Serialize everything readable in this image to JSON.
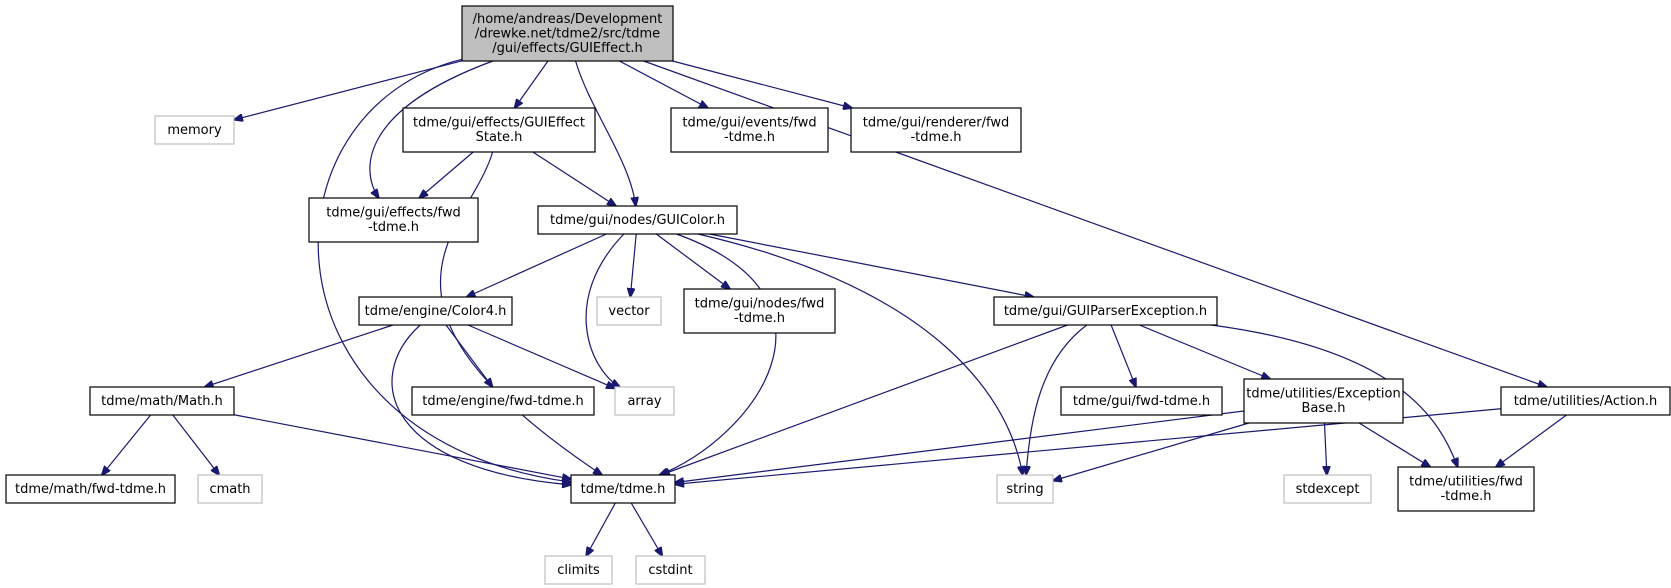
{
  "colors": {
    "edge": "#191970",
    "root_fill": "#bfbfbf",
    "root_stroke": "#000000",
    "header_stroke": "#000000",
    "system_stroke": "#bfbfbf",
    "text": "#000000"
  },
  "nodes": [
    {
      "id": "root",
      "kind": "root",
      "lines": [
        "/home/andreas/Development",
        "/drewke.net/tdme2/src/tdme",
        "/gui/effects/GUIEffect.h"
      ]
    },
    {
      "id": "memory",
      "kind": "system",
      "lines": [
        "memory"
      ]
    },
    {
      "id": "effect_state",
      "kind": "header",
      "lines": [
        "tdme/gui/effects/GUIEffect",
        "State.h"
      ]
    },
    {
      "id": "events_fwd",
      "kind": "header",
      "lines": [
        "tdme/gui/events/fwd",
        "-tdme.h"
      ]
    },
    {
      "id": "renderer_fwd",
      "kind": "header",
      "lines": [
        "tdme/gui/renderer/fwd",
        "-tdme.h"
      ]
    },
    {
      "id": "effects_fwd",
      "kind": "header",
      "lines": [
        "tdme/gui/effects/fwd",
        "-tdme.h"
      ]
    },
    {
      "id": "guicolor",
      "kind": "header",
      "lines": [
        "tdme/gui/nodes/GUIColor.h"
      ]
    },
    {
      "id": "color4",
      "kind": "header",
      "lines": [
        "tdme/engine/Color4.h"
      ]
    },
    {
      "id": "vector",
      "kind": "system",
      "lines": [
        "vector"
      ]
    },
    {
      "id": "nodes_fwd",
      "kind": "header",
      "lines": [
        "tdme/gui/nodes/fwd",
        "-tdme.h"
      ]
    },
    {
      "id": "parser_exc",
      "kind": "header",
      "lines": [
        "tdme/gui/GUIParserException.h"
      ]
    },
    {
      "id": "math",
      "kind": "header",
      "lines": [
        "tdme/math/Math.h"
      ]
    },
    {
      "id": "engine_fwd",
      "kind": "header",
      "lines": [
        "tdme/engine/fwd-tdme.h"
      ]
    },
    {
      "id": "array",
      "kind": "system",
      "lines": [
        "array"
      ]
    },
    {
      "id": "gui_fwd",
      "kind": "header",
      "lines": [
        "tdme/gui/fwd-tdme.h"
      ]
    },
    {
      "id": "exc_base",
      "kind": "header",
      "lines": [
        "tdme/utilities/Exception",
        "Base.h"
      ]
    },
    {
      "id": "action",
      "kind": "header",
      "lines": [
        "tdme/utilities/Action.h"
      ]
    },
    {
      "id": "math_fwd",
      "kind": "header",
      "lines": [
        "tdme/math/fwd-tdme.h"
      ]
    },
    {
      "id": "cmath",
      "kind": "system",
      "lines": [
        "cmath"
      ]
    },
    {
      "id": "tdme",
      "kind": "header",
      "lines": [
        "tdme/tdme.h"
      ]
    },
    {
      "id": "string",
      "kind": "system",
      "lines": [
        "string"
      ]
    },
    {
      "id": "stdexcept",
      "kind": "system",
      "lines": [
        "stdexcept"
      ]
    },
    {
      "id": "util_fwd",
      "kind": "header",
      "lines": [
        "tdme/utilities/fwd",
        "-tdme.h"
      ]
    },
    {
      "id": "climits",
      "kind": "system",
      "lines": [
        "climits"
      ]
    },
    {
      "id": "cstdint",
      "kind": "system",
      "lines": [
        "cstdint"
      ]
    }
  ],
  "edges": [
    {
      "from": "root",
      "to": "memory"
    },
    {
      "from": "root",
      "to": "effect_state"
    },
    {
      "from": "root",
      "to": "effects_fwd"
    },
    {
      "from": "root",
      "to": "guicolor"
    },
    {
      "from": "root",
      "to": "events_fwd"
    },
    {
      "from": "root",
      "to": "renderer_fwd"
    },
    {
      "from": "root",
      "to": "action"
    },
    {
      "from": "root",
      "to": "tdme"
    },
    {
      "from": "effect_state",
      "to": "effects_fwd"
    },
    {
      "from": "effect_state",
      "to": "guicolor"
    },
    {
      "from": "effect_state",
      "to": "tdme"
    },
    {
      "from": "guicolor",
      "to": "color4"
    },
    {
      "from": "guicolor",
      "to": "array"
    },
    {
      "from": "guicolor",
      "to": "vector"
    },
    {
      "from": "guicolor",
      "to": "nodes_fwd"
    },
    {
      "from": "guicolor",
      "to": "parser_exc"
    },
    {
      "from": "guicolor",
      "to": "tdme"
    },
    {
      "from": "guicolor",
      "to": "string"
    },
    {
      "from": "color4",
      "to": "math"
    },
    {
      "from": "color4",
      "to": "engine_fwd"
    },
    {
      "from": "color4",
      "to": "array"
    },
    {
      "from": "color4",
      "to": "tdme"
    },
    {
      "from": "math",
      "to": "math_fwd"
    },
    {
      "from": "math",
      "to": "cmath"
    },
    {
      "from": "math",
      "to": "tdme"
    },
    {
      "from": "parser_exc",
      "to": "tdme"
    },
    {
      "from": "parser_exc",
      "to": "string"
    },
    {
      "from": "parser_exc",
      "to": "gui_fwd"
    },
    {
      "from": "parser_exc",
      "to": "exc_base"
    },
    {
      "from": "parser_exc",
      "to": "util_fwd"
    },
    {
      "from": "exc_base",
      "to": "tdme"
    },
    {
      "from": "exc_base",
      "to": "string"
    },
    {
      "from": "exc_base",
      "to": "stdexcept"
    },
    {
      "from": "exc_base",
      "to": "util_fwd"
    },
    {
      "from": "action",
      "to": "tdme"
    },
    {
      "from": "action",
      "to": "util_fwd"
    },
    {
      "from": "tdme",
      "to": "climits"
    },
    {
      "from": "tdme",
      "to": "cstdint"
    }
  ]
}
